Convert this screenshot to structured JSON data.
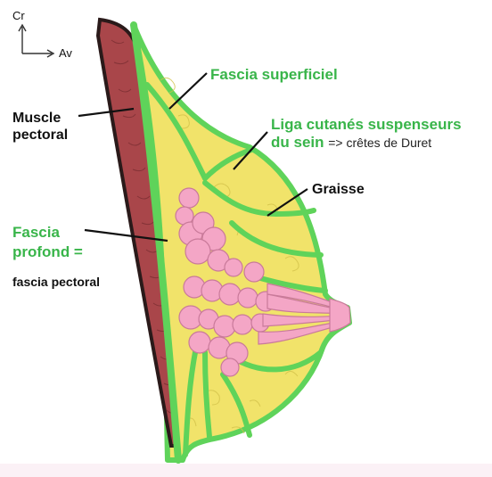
{
  "orientation": {
    "up_label": "Cr",
    "right_label": "Av"
  },
  "labels": {
    "muscle_line1": "Muscle",
    "muscle_line2": "pectoral",
    "fascia_sup": "Fascia superficiel",
    "liga_line1": "Liga cutanés suspenseurs",
    "liga_line2": "du sein",
    "liga_suffix": "=> crêtes de Duret",
    "graisse": "Graisse",
    "fascia_prof_line1": "Fascia",
    "fascia_prof_line2": "profond =",
    "fascia_pectoral": "fascia pectoral"
  },
  "colors": {
    "background": "#fbf1f6",
    "label_green": "#39b54a",
    "fascia_green": "#5fd35a",
    "muscle": "#a9464a",
    "fat": "#f1e36a",
    "gland": "#f4a6c6"
  }
}
